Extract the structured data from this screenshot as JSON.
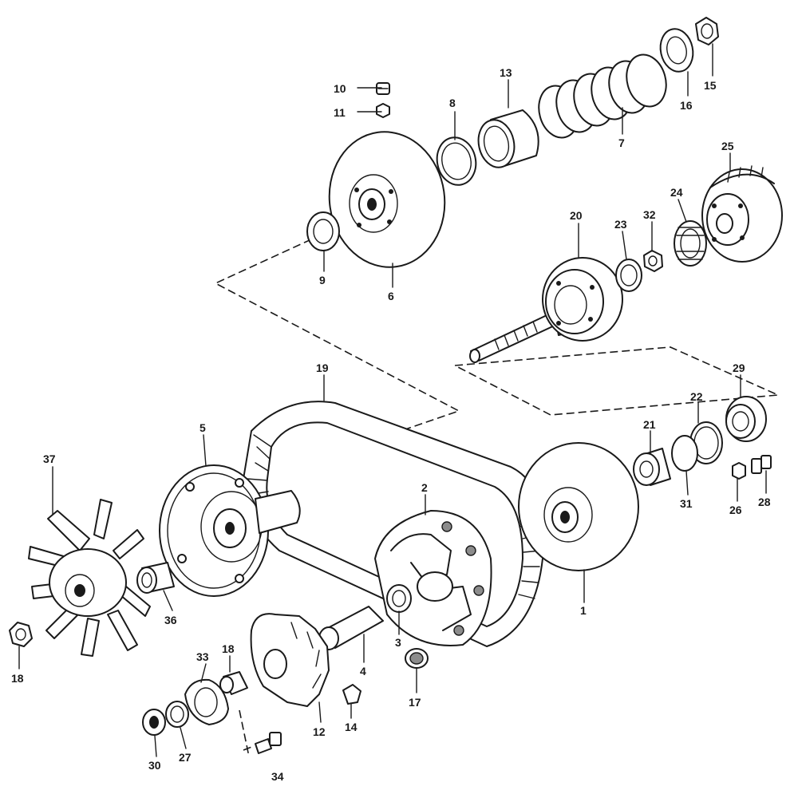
{
  "callouts": {
    "n1": "1",
    "n2": "2",
    "n3": "3",
    "n4": "4",
    "n5": "5",
    "n6": "6",
    "n7": "7",
    "n8": "8",
    "n9": "9",
    "n10": "10",
    "n11": "11",
    "n12": "12",
    "n13": "13",
    "n14": "14",
    "n15": "15",
    "n16": "16",
    "n17": "17",
    "n18a": "18",
    "n18b": "18",
    "n19": "19",
    "n20": "20",
    "n21": "21",
    "n22": "22",
    "n23": "23",
    "n24": "24",
    "n25": "25",
    "n26": "26",
    "n27": "27",
    "n28": "28",
    "n29": "29",
    "n30": "30",
    "n31": "31",
    "n32": "32",
    "n33": "33",
    "n34": "34",
    "n36": "36",
    "n37": "37"
  },
  "colors": {
    "line": "#1a1a1a",
    "background": "#ffffff"
  }
}
